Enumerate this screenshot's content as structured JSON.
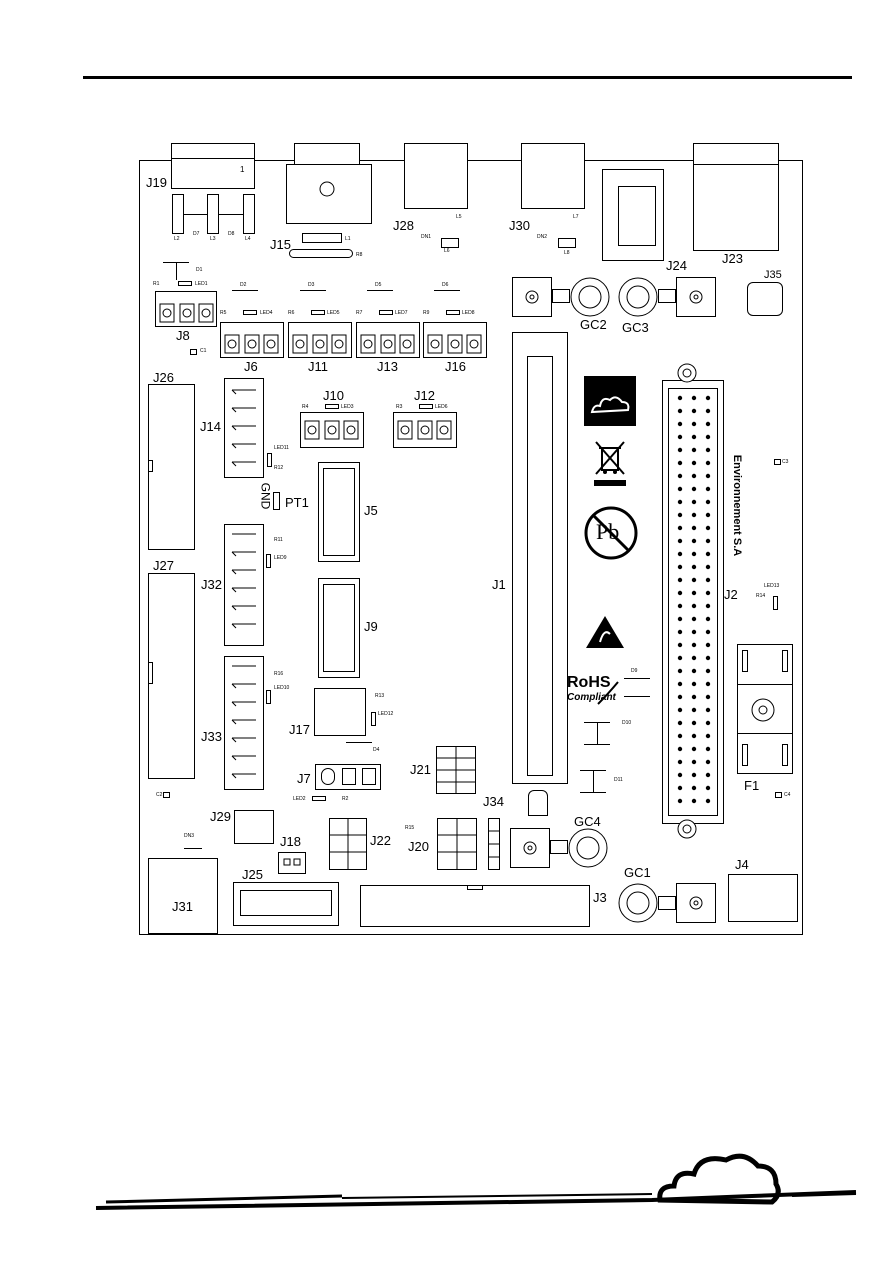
{
  "board": {
    "connectors": {
      "J19": "J19",
      "J15": "J15",
      "J28": "J28",
      "J30": "J30",
      "J24": "J24",
      "J23": "J23",
      "J35": "J35",
      "J8": "J8",
      "J6": "J6",
      "J11": "J11",
      "J13": "J13",
      "J16": "J16",
      "J26": "J26",
      "J14": "J14",
      "J10": "J10",
      "J12": "J12",
      "J5": "J5",
      "J27": "J27",
      "J32": "J32",
      "J9": "J9",
      "J33": "J33",
      "J17": "J17",
      "J7": "J7",
      "J21": "J21",
      "J1": "J1",
      "J2": "J2",
      "J29": "J29",
      "J18": "J18",
      "J22": "J22",
      "J20": "J20",
      "J34": "J34",
      "J31": "J31",
      "J25": "J25",
      "J3": "J3",
      "J4": "J4"
    },
    "parts": {
      "GC1": "GC1",
      "GC2": "GC2",
      "GC3": "GC3",
      "GC4": "GC4",
      "F1": "F1",
      "PT1": "PT1",
      "GND": "GND",
      "J19_pin": "1",
      "brand": "Environnement S.A",
      "rohs": "RoHS",
      "compliant": "Compliant",
      "pb": "Pb"
    },
    "small": {
      "L2": "L2",
      "D7": "D7",
      "L3": "L3",
      "D8": "D8",
      "L4": "L4",
      "L1": "L1",
      "R8": "R8",
      "L5": "L5",
      "L6": "L6",
      "DN1": "DN1",
      "L7": "L7",
      "L8": "L8",
      "DN2": "DN2",
      "D1": "D1",
      "R1": "R1",
      "LED1": "LED1",
      "D2": "D2",
      "R5": "R5",
      "LED4": "LED4",
      "D3": "D3",
      "R6": "R6",
      "LED5": "LED5",
      "D5": "D5",
      "R7": "R7",
      "LED7": "LED7",
      "D6": "D6",
      "R9": "R9",
      "LED8": "LED8",
      "R4": "R4",
      "LED3": "LED3",
      "R3": "R3",
      "LED6": "LED6",
      "LED11": "LED11",
      "R12": "R12",
      "R11": "R11",
      "LED9": "LED9",
      "R16": "R16",
      "LED10": "LED10",
      "R13": "R13",
      "LED12": "LED12",
      "D4": "D4",
      "LED2": "LED2",
      "R2": "R2",
      "D9": "D9",
      "D10": "D10",
      "D11": "D11",
      "R14": "R14",
      "LED13": "LED13",
      "DN3": "DN3",
      "R15": "R15",
      "C1": "C1",
      "C2": "C2",
      "C3": "C3",
      "C4": "C4"
    }
  }
}
